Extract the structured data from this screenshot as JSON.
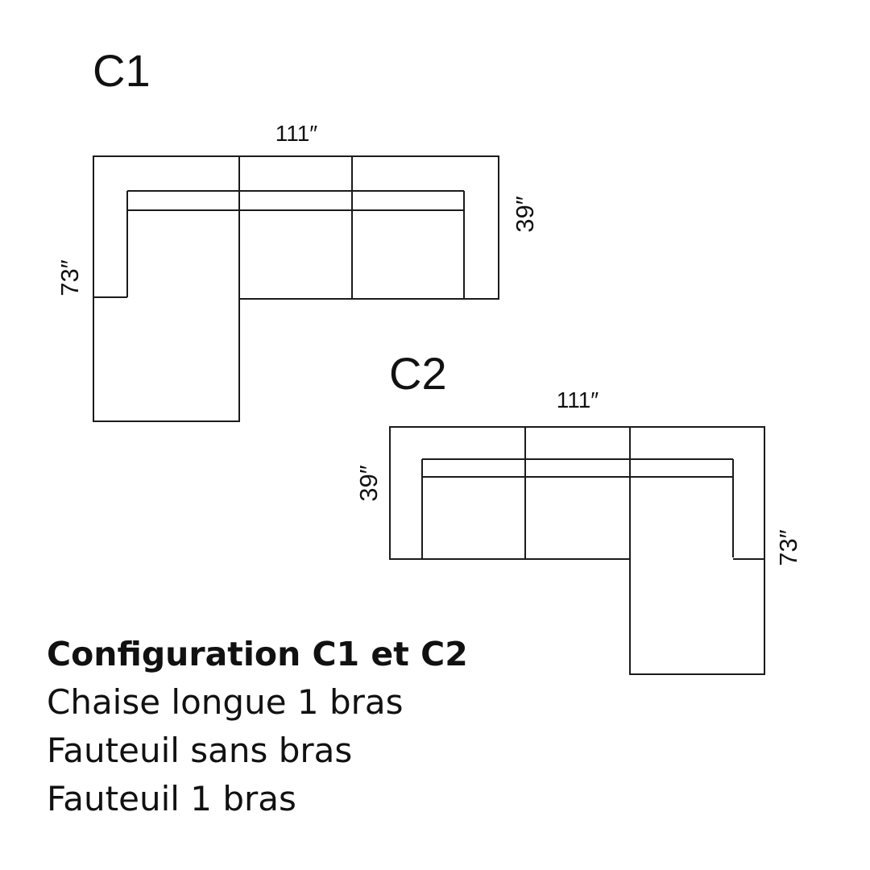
{
  "colors": {
    "background": "#ffffff",
    "line": "#1b1b1b",
    "text": "#111111"
  },
  "diagrams": [
    {
      "label": "C1",
      "width_label": "111″",
      "depth_label": "39″",
      "length_label": "73″"
    },
    {
      "label": "C2",
      "width_label": "111″",
      "depth_label": "39″",
      "length_label": "73″"
    }
  ],
  "caption": {
    "title": "Configuration C1 et C2",
    "lines": [
      "Chaise longue 1 bras",
      "Fauteuil sans bras",
      "Fauteuil 1 bras"
    ]
  }
}
